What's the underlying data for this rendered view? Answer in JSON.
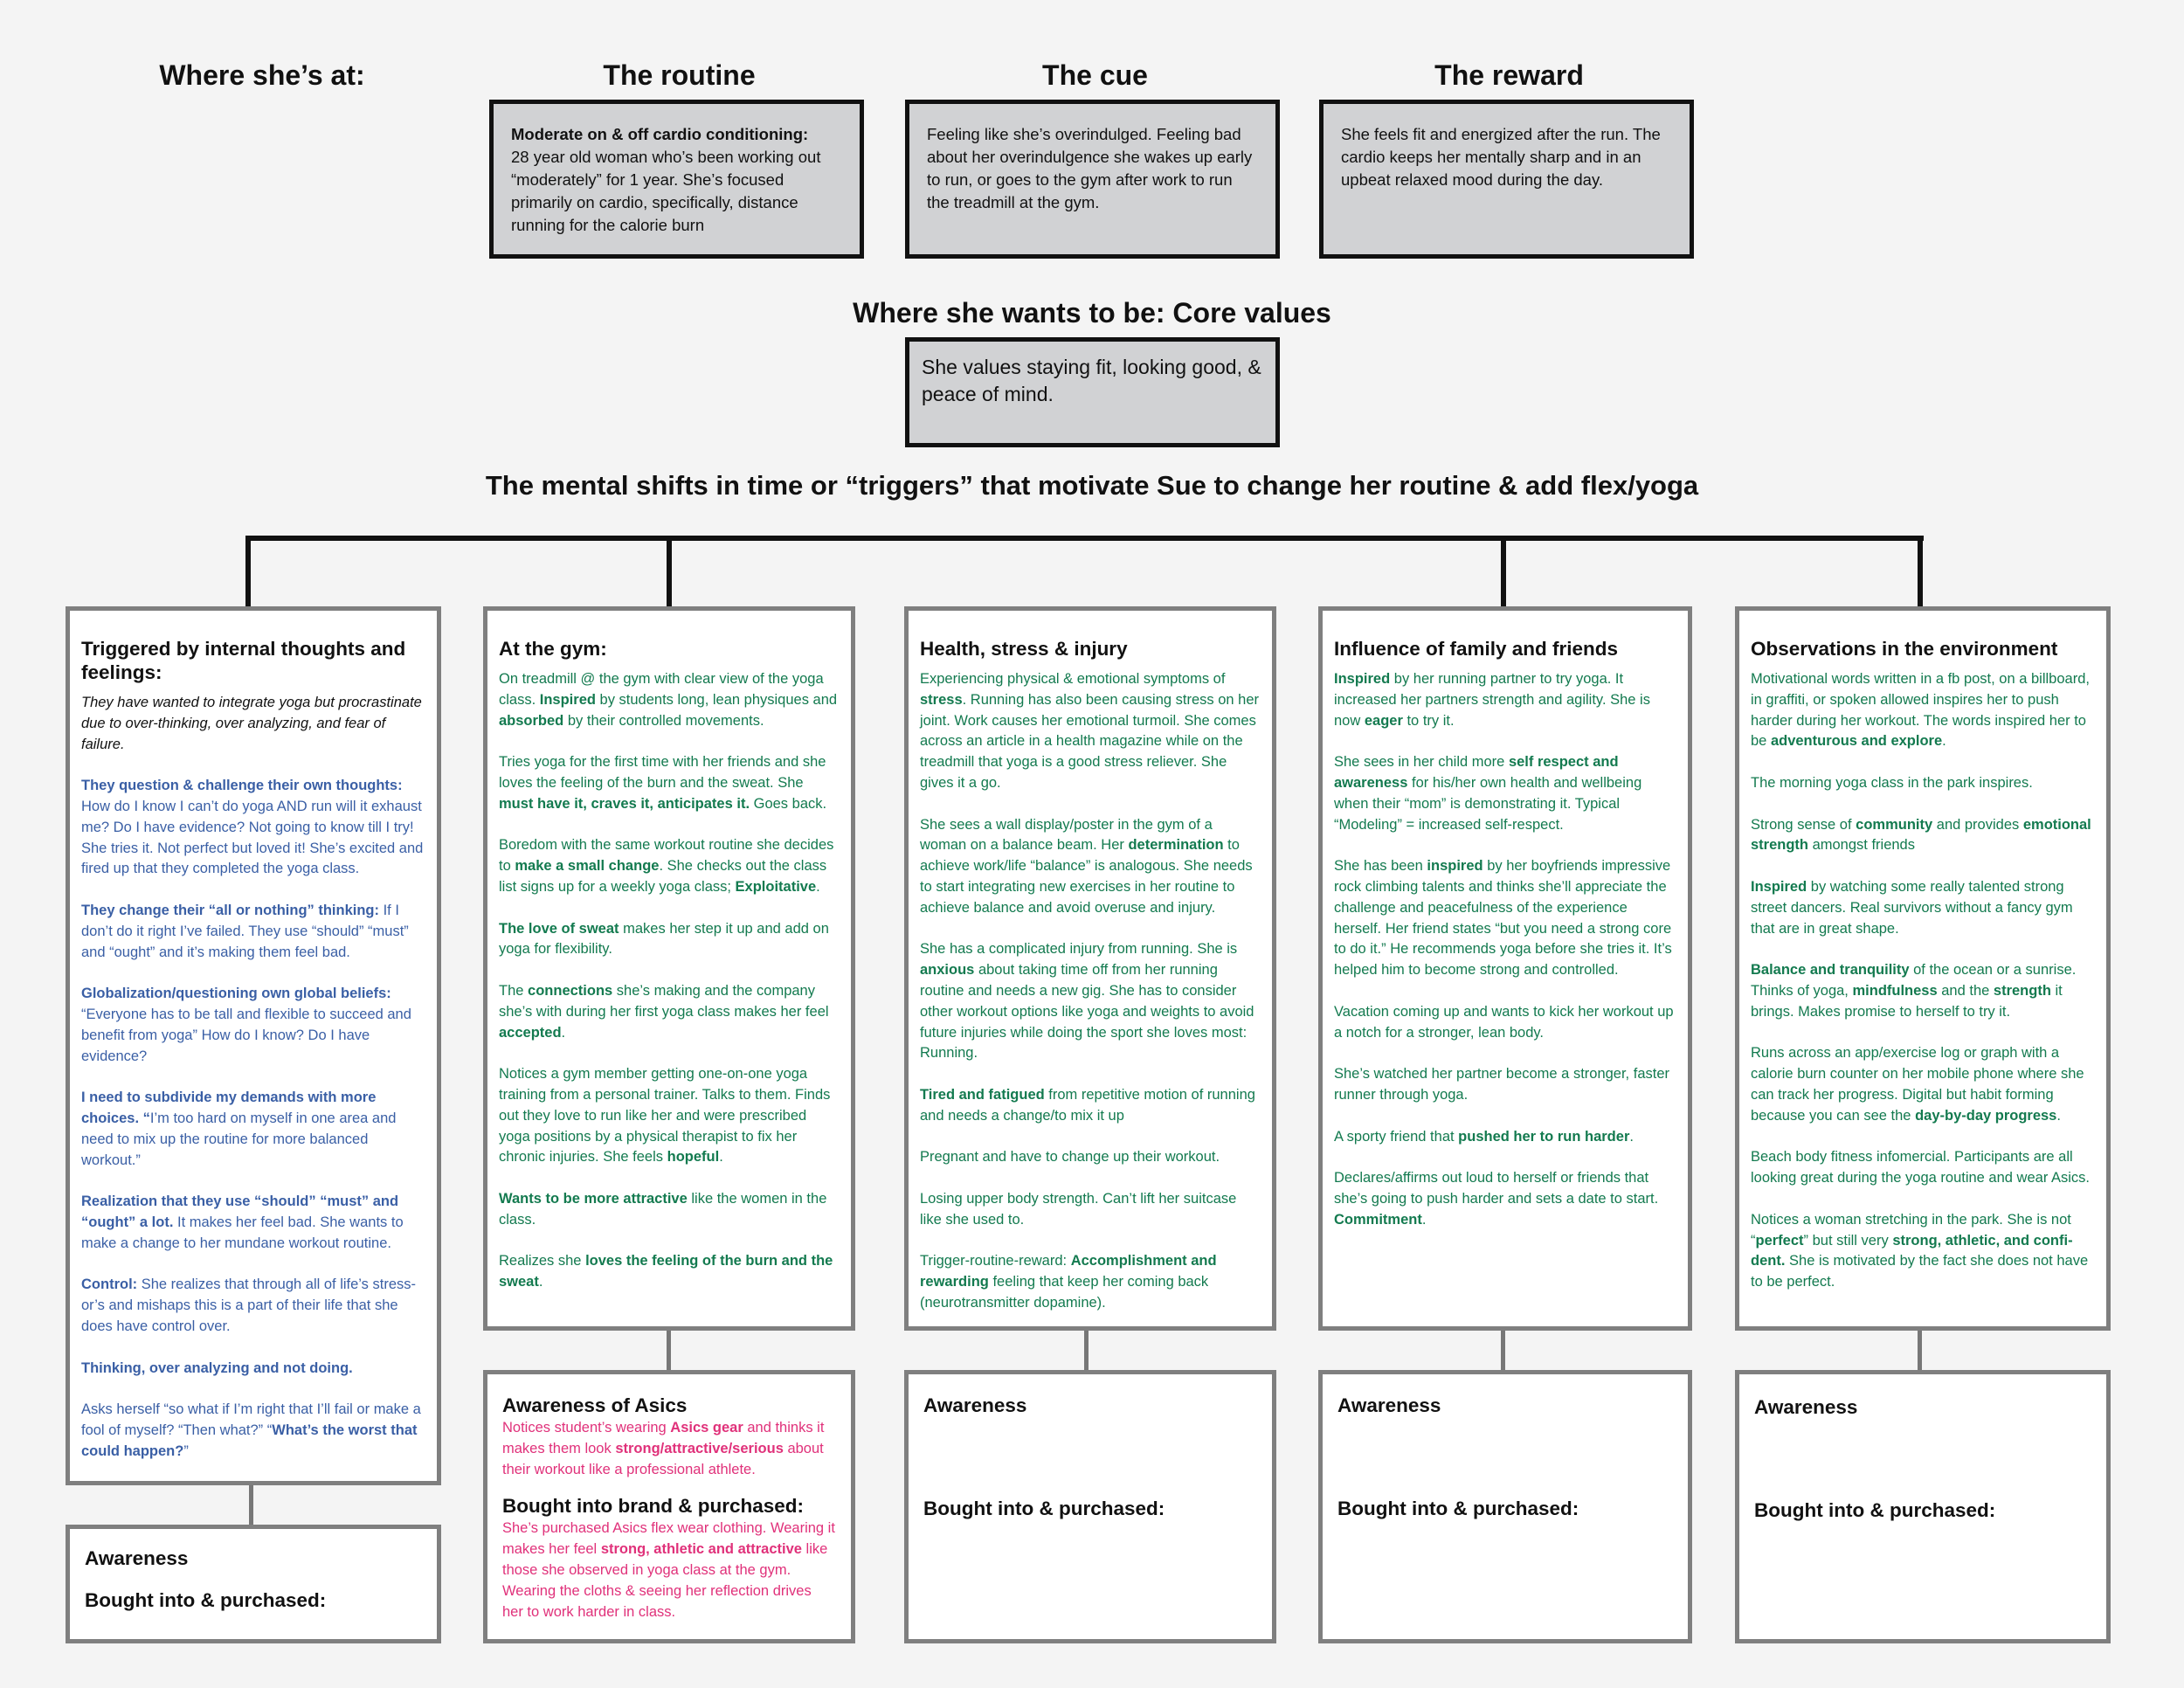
{
  "header": {
    "where_at": "Where she’s at:",
    "routine_title": "The routine",
    "cue_title": "The cue",
    "reward_title": "The reward"
  },
  "routine": {
    "lead": "Moderate on & off cardio conditioning:",
    "text": "28 year old woman who’s been working out “moderately” for 1 year. She’s focused primarily on cardio, specifically, distance running for the calorie burn"
  },
  "cue": {
    "text": "Feeling like she’s overindulged. Feeling bad about her overindulgence she wakes up early to run, or goes to the gym after work to run the treadmill at the gym."
  },
  "reward": {
    "text": "She feels fit and energized after the run. The cardio keeps her mentally sharp and in an upbeat relaxed mood during the day."
  },
  "core": {
    "title": "Where she wants to be: Core values",
    "text": "She values staying fit, looking good, & peace of mind."
  },
  "shifts_title": "The mental shifts in time or “triggers” that motivate Sue to change her routine & add flex/yoga",
  "columns": [
    {
      "title": "Triggered by internal thoughts and feelings:",
      "subtitle": "They have wanted to integrate yoga but procrastinate due to over-thinking, over analyzing, and fear of failure.",
      "color": "#3a5fa5",
      "paras": [
        "<b>They question & challenge their own thoughts:</b> How do I know I can’t do yoga AND run will it exhaust me? Do I have evidence? Not going to know till I try! She tries it. Not perfect but loved it! She’s excited and fired up that they completed the yoga class.",
        "<b>They change their “all or nothing” thinking:</b> If I don’t do it right I’ve failed. They use “should” “must” and “ought” and it’s making them feel bad.",
        "<b>Globalization/questioning own global beliefs:</b> “Everyone has to be tall and flexible to succeed and benefit from yoga” How do I know? Do I have evidence?",
        "<b>I need to subdivide my demands with more choices. “</b>I’m too hard on myself in one area and need to mix up the routine for more balanced workout.”",
        "<b>Realization that they use “should” “must” and “ought” a lot.</b> It makes her feel bad. She wants to make a change to her mundane workout routine.",
        "<b>Control:</b> She realizes that through all of life’s stress-or’s and mishaps this is a part of their life that she does have control over.",
        "<b>Thinking, over analyzing and not doing.</b>",
        "Asks herself “so what if I’m right that I’ll fail or make a fool of myself? “Then what?” “<b>What’s the worst that could happen?</b>”"
      ]
    },
    {
      "title": "At the gym:",
      "color": "#137a4f",
      "paras": [
        "On treadmill @ the gym with clear view of the yoga class. <b>Inspired</b> by students long, lean physiques and <b>absorbed</b> by their controlled movements.",
        "Tries yoga for the first time with her friends and she loves the feeling of the burn and the sweat. She <b>must have it, craves it, anticipates it.</b> Goes back.",
        "Boredom with the same workout routine she decides to <b>make a small change</b>. She checks out the class list signs up for a weekly yoga class; <b>Exploitative</b>.",
        "<b>The love of sweat</b> makes her step it up and add on yoga for flexibility.",
        "The <b>connections</b> she’s making and the company she’s with during her first yoga class makes her feel <b>accepted</b>.",
        "Notices a gym member getting one-on-one yoga training from a personal trainer. Talks to them. Finds out they love to run like her and were prescribed yoga positions by a physical therapist to fix her chronic injuries. She feels <b>hopeful</b>.",
        "<b>Wants to be more attractive</b> like the women in the class.",
        "Realizes she <b>loves the feeling of the burn and the sweat</b>."
      ]
    },
    {
      "title": "Health, stress & injury",
      "color": "#137a4f",
      "paras": [
        "Experiencing physical & emotional symptoms of <b>stress</b>. Running has also been causing stress on her joint. Work causes her emotional turmoil. She comes across an article in a health magazine while on the treadmill that yoga is a good stress reliever. She gives it a go.",
        "She sees a wall display/poster in the gym of a woman on a balance beam. Her <b>determination</b> to achieve work/life “balance” is analogous. She needs to start integrating new exercises in her routine to achieve balance and avoid overuse and injury.",
        "She has a complicated injury from running. She is <b>anxious</b> about taking time off from her running routine and needs a new gig. She has to consider other workout options like yoga and weights to avoid future injuries while doing the sport she loves most: Running.",
        "<b>Tired and fatigued</b> from repetitive motion of running and needs a change/to mix it up",
        "Pregnant and have to change up their workout.",
        "Losing upper body strength. Can’t lift her suitcase like she used to.",
        "Trigger-routine-reward: <b>Accomplishment and rewarding</b> feeling that keep her coming back (neurotransmitter dopamine)."
      ]
    },
    {
      "title": "Influence of family and friends",
      "color": "#137a4f",
      "paras": [
        "<b>Inspired</b> by her running partner to try yoga. It increased her partners strength and agility. She is now <b>eager</b> to try it.",
        "She sees in her child more <b>self respect and awareness</b> for his/her own health and wellbeing when their “mom” is demonstrating it. Typical “Modeling” = increased self-respect.",
        "She has been <b>inspired</b> by her boyfriends impressive rock climbing talents and thinks she’ll appreciate the challenge and peacefulness of the experience herself. Her friend states “but you need a strong core to do it.” He recommends yoga before she tries it. It’s helped him to become strong and controlled.",
        "Vacation coming up and wants to kick her workout up a notch for a stronger, lean body.",
        "She’s watched her partner become a stronger, faster runner through yoga.",
        "A sporty friend that <b>pushed her to run harder</b>.",
        "Declares/affirms out loud to herself or friends that she’s going to push harder and sets a date to start. <b>Commitment</b>."
      ]
    },
    {
      "title": "Observations in the environment",
      "color": "#137a4f",
      "paras": [
        "Motivational words written in a fb post, on a billboard, in graffiti, or spoken allowed inspires her to push harder during her workout. The words inspired her to be <b>adventurous and explore</b>.",
        "The morning yoga class in the park inspires.",
        "Strong sense of <b>community</b> and provides <b>emotional strength</b> amongst friends",
        "<b>Inspired</b> by watching some really talented strong street dancers. Real survivors without a fancy gym that are in great shape.",
        "<b>Balance and tranquility</b> of the ocean or a sunrise. Thinks of yoga, <b>mindfulness</b> and the <b>strength</b> it brings. Makes promise to herself to try it.",
        "Runs across an app/exercise log or graph with a calorie burn counter on her mobile phone where she can track her progress. Digital but habit forming because you can see the <b>day-by-day progress</b>.",
        "Beach body fitness infomercial. Participants are all looking great during the yoga routine and wear Asics.",
        "Notices a woman stretching in the park. She is not “<b>perfect</b>” but still very <b>strong, athletic, and confi-dent.</b> She is motivated by the fact she does not have to be perfect."
      ]
    }
  ],
  "awareness": [
    {
      "aware": "Awareness",
      "bought": "Bought into & purchased:"
    },
    {
      "aware": "Awareness of Asics",
      "aware_text": "Notices student’s wearing <b>Asics gear</b> and thinks it makes them look <b>strong/attractive/serious</b> about their workout like a professional athlete.",
      "bought": "Bought into brand & purchased:",
      "bought_text": "She’s purchased Asics flex wear clothing. Wearing it makes her feel <b>strong, athletic and attractive</b> like those she observed in yoga class at the gym. Wearing the cloths & seeing her reflection drives her to work harder in class."
    },
    {
      "aware": "Awareness",
      "bought": "Bought into & purchased:"
    },
    {
      "aware": "Awareness",
      "bought": "Bought into & purchased:"
    },
    {
      "aware": "Awareness",
      "bought": "Bought into & purchased:"
    }
  ]
}
